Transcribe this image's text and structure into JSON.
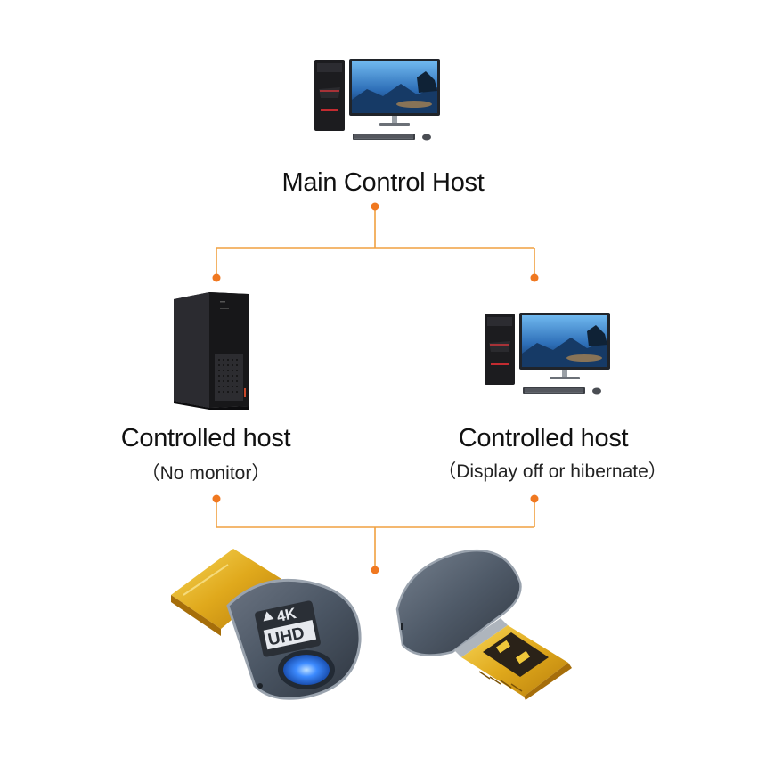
{
  "nodes": {
    "main": {
      "title": "Main Control Host"
    },
    "left": {
      "title": "Controlled host",
      "subtitle": "（No monitor）"
    },
    "right": {
      "title": "Controlled host",
      "subtitle": "（Display off or hibernate）"
    }
  },
  "adapter": {
    "badge_top": "4K",
    "badge_bottom": "UHD"
  },
  "colors": {
    "connector_line": "#f0a040",
    "connector_dot": "#f07820",
    "led_glow": "#2a7bff",
    "gold_plug": "#e0b020",
    "shell": "#4a5563"
  },
  "icons": [
    "desktop-pc-icon",
    "tower-case-icon",
    "hdmi-dummy-plug-icon"
  ]
}
